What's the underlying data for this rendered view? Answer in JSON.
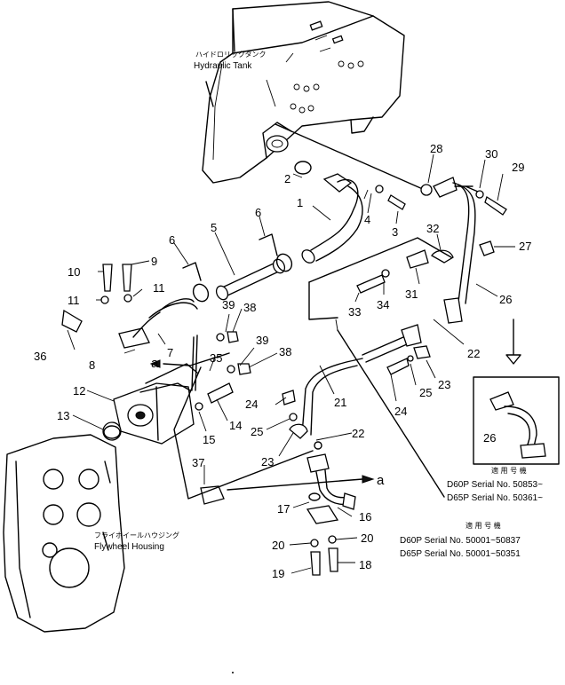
{
  "components": {
    "hydraulic_tank": {
      "jp": "ハイドロリックタンク",
      "en": "Hydraulic Tank"
    },
    "flywheel_housing": {
      "jp": "フライホイールハウジング",
      "en": "Flywheel Housing"
    }
  },
  "part_labels": [
    "1",
    "2",
    "3",
    "4",
    "5",
    "6",
    "6",
    "7",
    "8",
    "9",
    "10",
    "11",
    "11",
    "12",
    "13",
    "14",
    "15",
    "16",
    "17",
    "18",
    "19",
    "20",
    "20",
    "21",
    "22",
    "22",
    "23",
    "23",
    "24",
    "24",
    "25",
    "25",
    "26",
    "26",
    "27",
    "28",
    "29",
    "30",
    "31",
    "32",
    "33",
    "34",
    "35",
    "36",
    "37",
    "38",
    "38",
    "39",
    "39"
  ],
  "reference_marks": [
    "a",
    "a"
  ],
  "serial_notes": {
    "main": {
      "heading": "適 用 号 機",
      "lines": [
        "D60P Serial No. 50001~50837",
        "D65P Serial No. 50001~50351"
      ]
    },
    "inset": {
      "heading": "適 用 号 機",
      "lines": [
        "D60P Serial No. 50853~",
        "D65P Serial No. 50361~"
      ]
    }
  }
}
